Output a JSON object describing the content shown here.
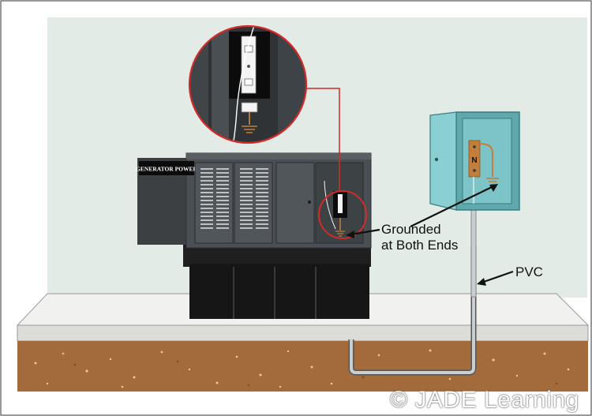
{
  "generator": {
    "brand_label": "GENERATOR POWER"
  },
  "panel": {
    "neutral_bar_label": "N"
  },
  "callouts": {
    "grounded_line1": "Grounded",
    "grounded_line2": "at Both Ends",
    "pvc": "PVC"
  },
  "copyright": "© JADE Learning"
}
